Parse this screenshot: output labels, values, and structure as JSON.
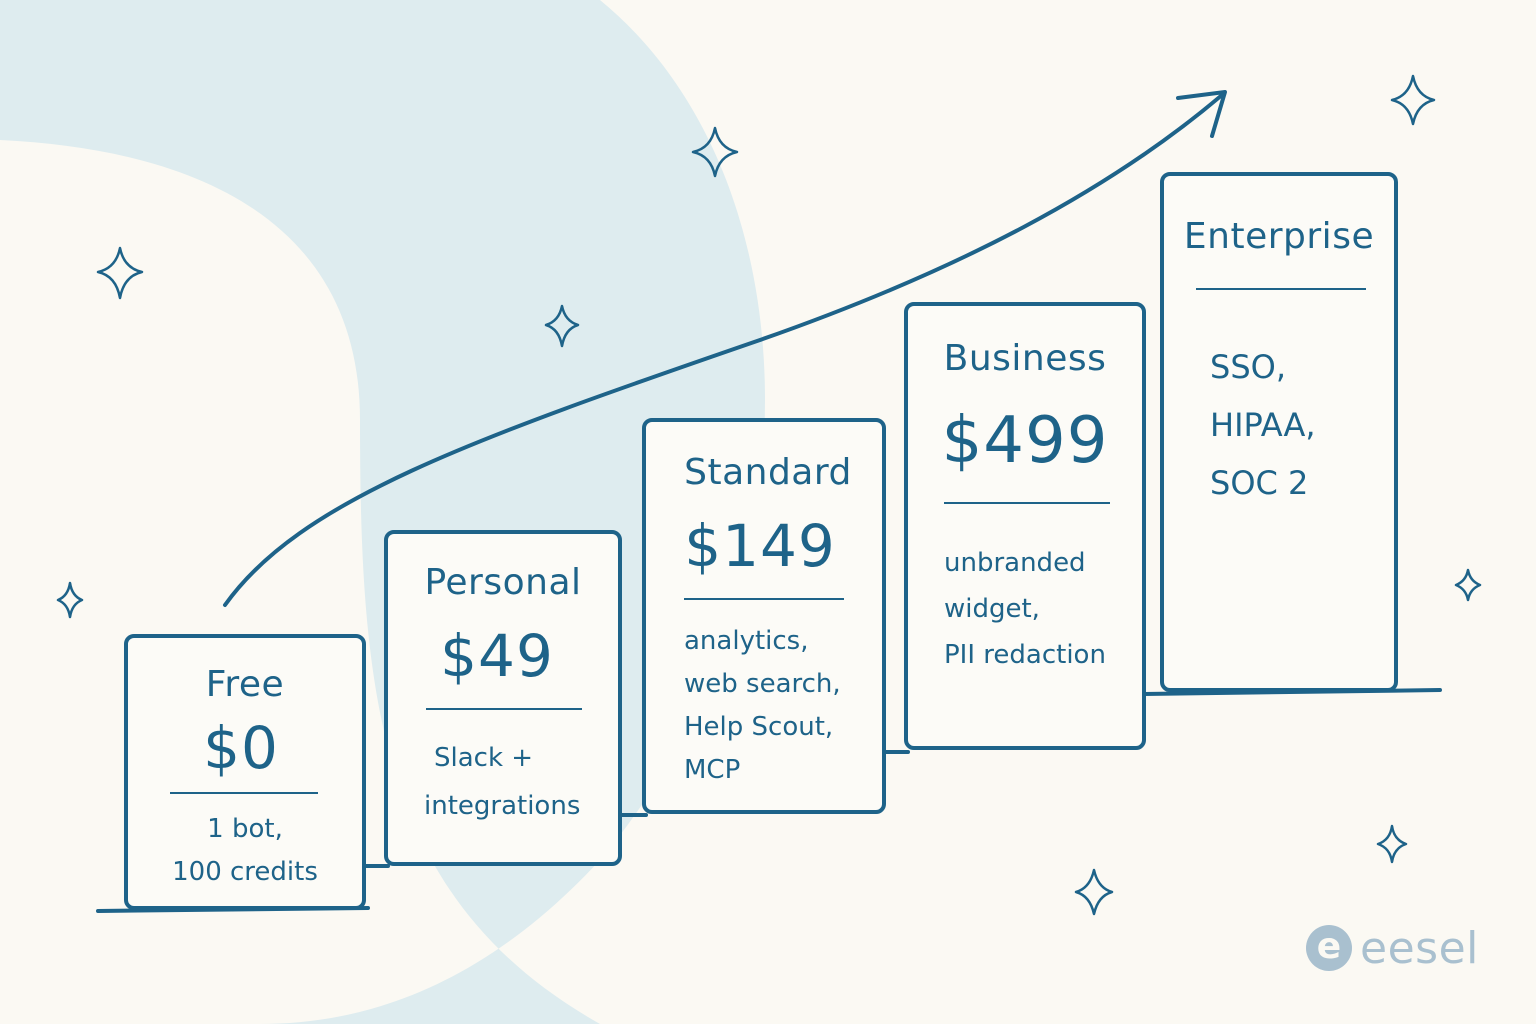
{
  "colors": {
    "ink": "#1e6389",
    "background": "#fbf9f3",
    "accent_blob": "#deecef",
    "logo": "#a9c0cf"
  },
  "tiers": [
    {
      "name": "Free",
      "price": "$0",
      "features": [
        "1 bot,",
        "100 credits"
      ]
    },
    {
      "name": "Personal",
      "price": "$49",
      "features": [
        "Slack +",
        "integrations"
      ]
    },
    {
      "name": "Standard",
      "price": "$149",
      "features": [
        "analytics,",
        "web search,",
        "Help Scout,",
        "MCP"
      ]
    },
    {
      "name": "Business",
      "price": "$499",
      "features": [
        "unbranded",
        "widget,",
        "PII redaction"
      ]
    },
    {
      "name": "Enterprise",
      "features": [
        "SSO,",
        "HIPAA,",
        "SOC 2"
      ]
    }
  ],
  "decorations": {
    "growth_arrow": "arrow-up-right-icon",
    "sparkles": "sparkle-icon"
  },
  "logo": {
    "mark": "e",
    "text": "eesel"
  }
}
